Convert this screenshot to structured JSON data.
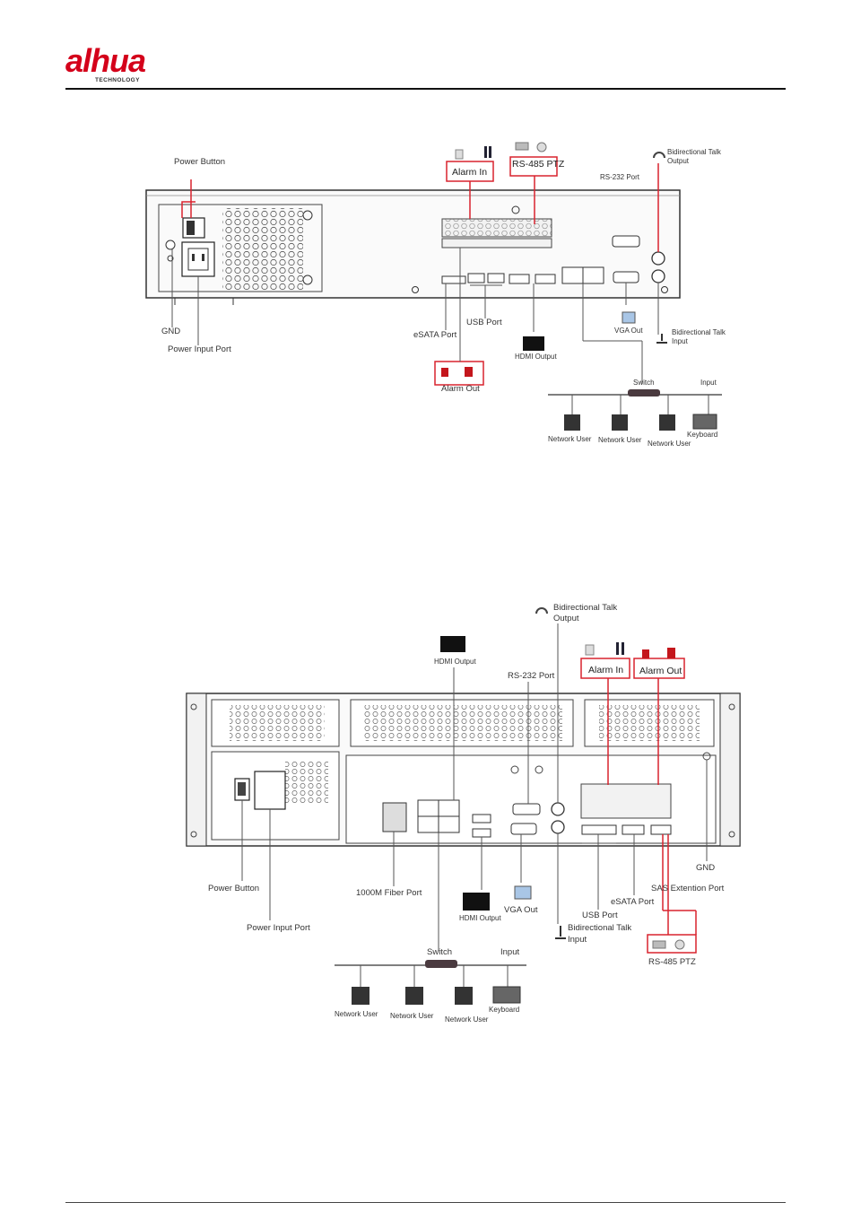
{
  "header": {
    "logo_text": "alhua",
    "logo_sub": "TECHNOLOGY"
  },
  "diagram1": {
    "labels": {
      "power_button": "Power Button",
      "alarm_in": "Alarm In",
      "rs485": "RS-485 PTZ",
      "bidir_out_1": "Bidirectional Talk",
      "bidir_out_2": "Output",
      "rs232": "RS-232 Port",
      "gnd": "GND",
      "power_input": "Power Input Port",
      "esata": "eSATA Port",
      "usb": "USB Port",
      "hdmi": "HDMI Output",
      "vga": "VGA Out",
      "bidir_in_1": "Bidirectional Talk",
      "bidir_in_2": "Input",
      "alarm_out": "Alarm Out",
      "switch": "Switch",
      "input": "Input",
      "network_user": "Network User",
      "keyboard": "Keyboard"
    }
  },
  "diagram2": {
    "labels": {
      "bidir_out_1": "Bidirectional Talk",
      "bidir_out_2": "Output",
      "hdmi": "HDMI Output",
      "rs232": "RS-232 Port",
      "alarm_in": "Alarm In",
      "alarm_out": "Alarm Out",
      "gnd": "GND",
      "power_button": "Power Button",
      "fiber": "1000M Fiber Port",
      "power_input": "Power Input Port",
      "hdmi_bottom": "HDMI Output",
      "vga": "VGA Out",
      "esata": "eSATA Port",
      "sas": "SAS Extention Port",
      "usb": "USB Port",
      "bidir_in_1": "Bidirectional Talk",
      "bidir_in_2": "Input",
      "rs485": "RS-485 PTZ",
      "switch": "Switch",
      "input": "Input",
      "network_user": "Network User",
      "keyboard": "Keyboard"
    }
  },
  "colors": {
    "callout": "#d9232e",
    "brand": "#d4001a",
    "line": "#333333"
  }
}
